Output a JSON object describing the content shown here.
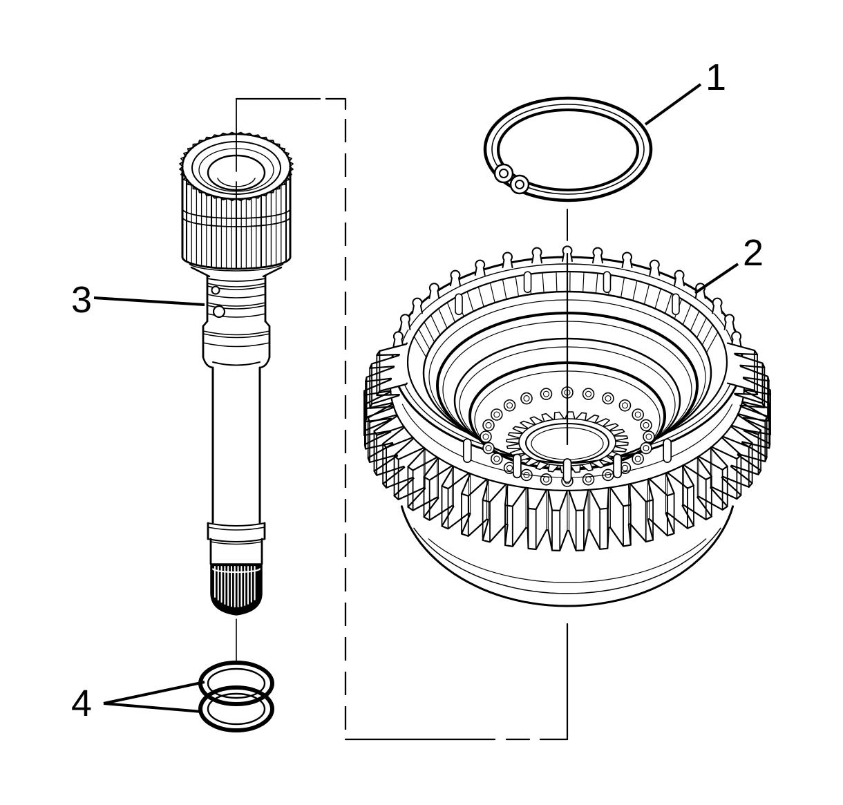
{
  "figure": {
    "background_color": "#ffffff",
    "line_color": "#000000",
    "callouts": [
      {
        "number": "1"
      },
      {
        "number": "2"
      },
      {
        "number": "3"
      },
      {
        "number": "4"
      }
    ]
  }
}
